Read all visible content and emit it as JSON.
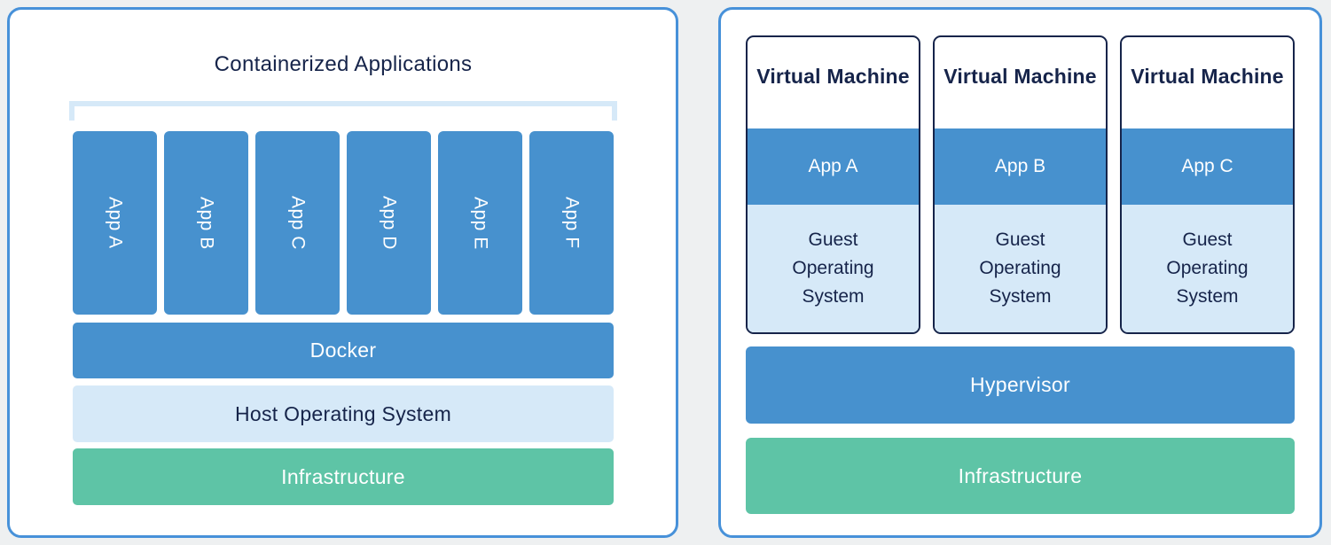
{
  "colors": {
    "background": "#eef0f1",
    "panel_border": "#4791d9",
    "blue": "#4791ce",
    "light_blue": "#d6e9f8",
    "green": "#5ec4a6",
    "navy_text": "#16244a",
    "white_text": "#ffffff"
  },
  "left_panel": {
    "title": "Containerized Applications",
    "apps": [
      "App A",
      "App B",
      "App C",
      "App D",
      "App E",
      "App F"
    ],
    "docker": "Docker",
    "host_os": "Host Operating System",
    "infrastructure": "Infrastructure"
  },
  "right_panel": {
    "vms": [
      {
        "title": "Virtual Machine",
        "app": "App A",
        "guest_os": "Guest Operating System"
      },
      {
        "title": "Virtual Machine",
        "app": "App B",
        "guest_os": "Guest Operating System"
      },
      {
        "title": "Virtual Machine",
        "app": "App C",
        "guest_os": "Guest Operating System"
      }
    ],
    "hypervisor": "Hypervisor",
    "infrastructure": "Infrastructure"
  }
}
